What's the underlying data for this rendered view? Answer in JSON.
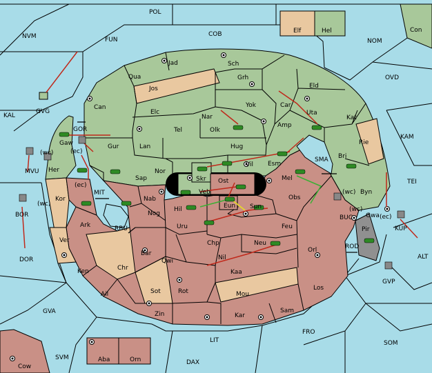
{
  "map": {
    "background_sea": "#a8dce8",
    "colors": {
      "green_power": "#a8c89a",
      "red_power": "#c99086",
      "neutral": "#e9c8a0",
      "grey": "#909090",
      "order_line": "#c0281a",
      "support_line": "#3ab034"
    },
    "labels": {
      "pol": "POL",
      "nvm": "NVM",
      "fun": "FUN",
      "cob": "COB",
      "nom": "NOM",
      "con": "Con",
      "elf": "Elf",
      "hel": "Hel",
      "ovd": "OVD",
      "kal": "KAL",
      "gvg": "GVG",
      "kam": "KAM",
      "tei": "TEI",
      "alt": "ALT",
      "kup": "KUP",
      "gvp": "GVP",
      "rod": "ROD",
      "buc": "BUC",
      "sma": "SMA",
      "rbu": "RBU",
      "mit": "MIT",
      "gor": "GOR",
      "mvu": "MVU",
      "bor": "BOR",
      "dor": "DOR",
      "gva": "GVA",
      "svm": "SVM",
      "cow": "Cow",
      "aba": "Aba",
      "orn": "Orn",
      "dax": "DAX",
      "lit": "LIT",
      "fro": "FRO",
      "som": "SOM",
      "jad": "Jad",
      "sch": "Sch",
      "qua": "Qua",
      "jos": "Jos",
      "grh": "Grh",
      "eld": "Eld",
      "can": "Can",
      "elc": "Elc",
      "nar": "Nar",
      "yok": "Yok",
      "car": "Car",
      "uta": "Uta",
      "tel": "Tel",
      "olk": "Olk",
      "amp": "Amp",
      "kat": "Kat",
      "gaw": "Gaw",
      "gaw_wc": "(wc)",
      "gaw_ec": "(ec)",
      "gur": "Gur",
      "lan": "Lan",
      "hug": "Hug",
      "rie": "Rie",
      "her": "Her",
      "nor": "Nor",
      "vil": "Vil",
      "esm": "Esm",
      "bri": "Bri",
      "sap": "Sap",
      "skr": "Skr",
      "veb": "Veb",
      "ost": "Ost",
      "mel": "Mel",
      "byn": "Byn",
      "byn_wc": "(wc)",
      "kor": "Kor",
      "kor_wc": "(wc)",
      "kor_ec": "(ec)",
      "nab": "Nab",
      "hil": "Hil",
      "eun": "Eun",
      "sun": "Sun",
      "obs": "Obs",
      "gwa": "Gwa",
      "gwa_wc": "(wc)",
      "gwa_ec": "(ec)",
      "pir": "Pir",
      "ark": "Ark",
      "nog": "Nog",
      "uru": "Uru",
      "feu": "Feu",
      "ver": "Ver",
      "bar": "Bar",
      "qwi": "Qwi",
      "chp": "Chp",
      "neu": "Neu",
      "orl": "Orl",
      "ken": "Ken",
      "chr": "Chr",
      "nil": "Nil",
      "kaa": "Kaa",
      "ail": "Ail",
      "sot": "Sot",
      "rot": "Rot",
      "mou": "Mou",
      "los": "Los",
      "zin": "Zin",
      "kar": "Kar",
      "sam": "Sam"
    }
  }
}
